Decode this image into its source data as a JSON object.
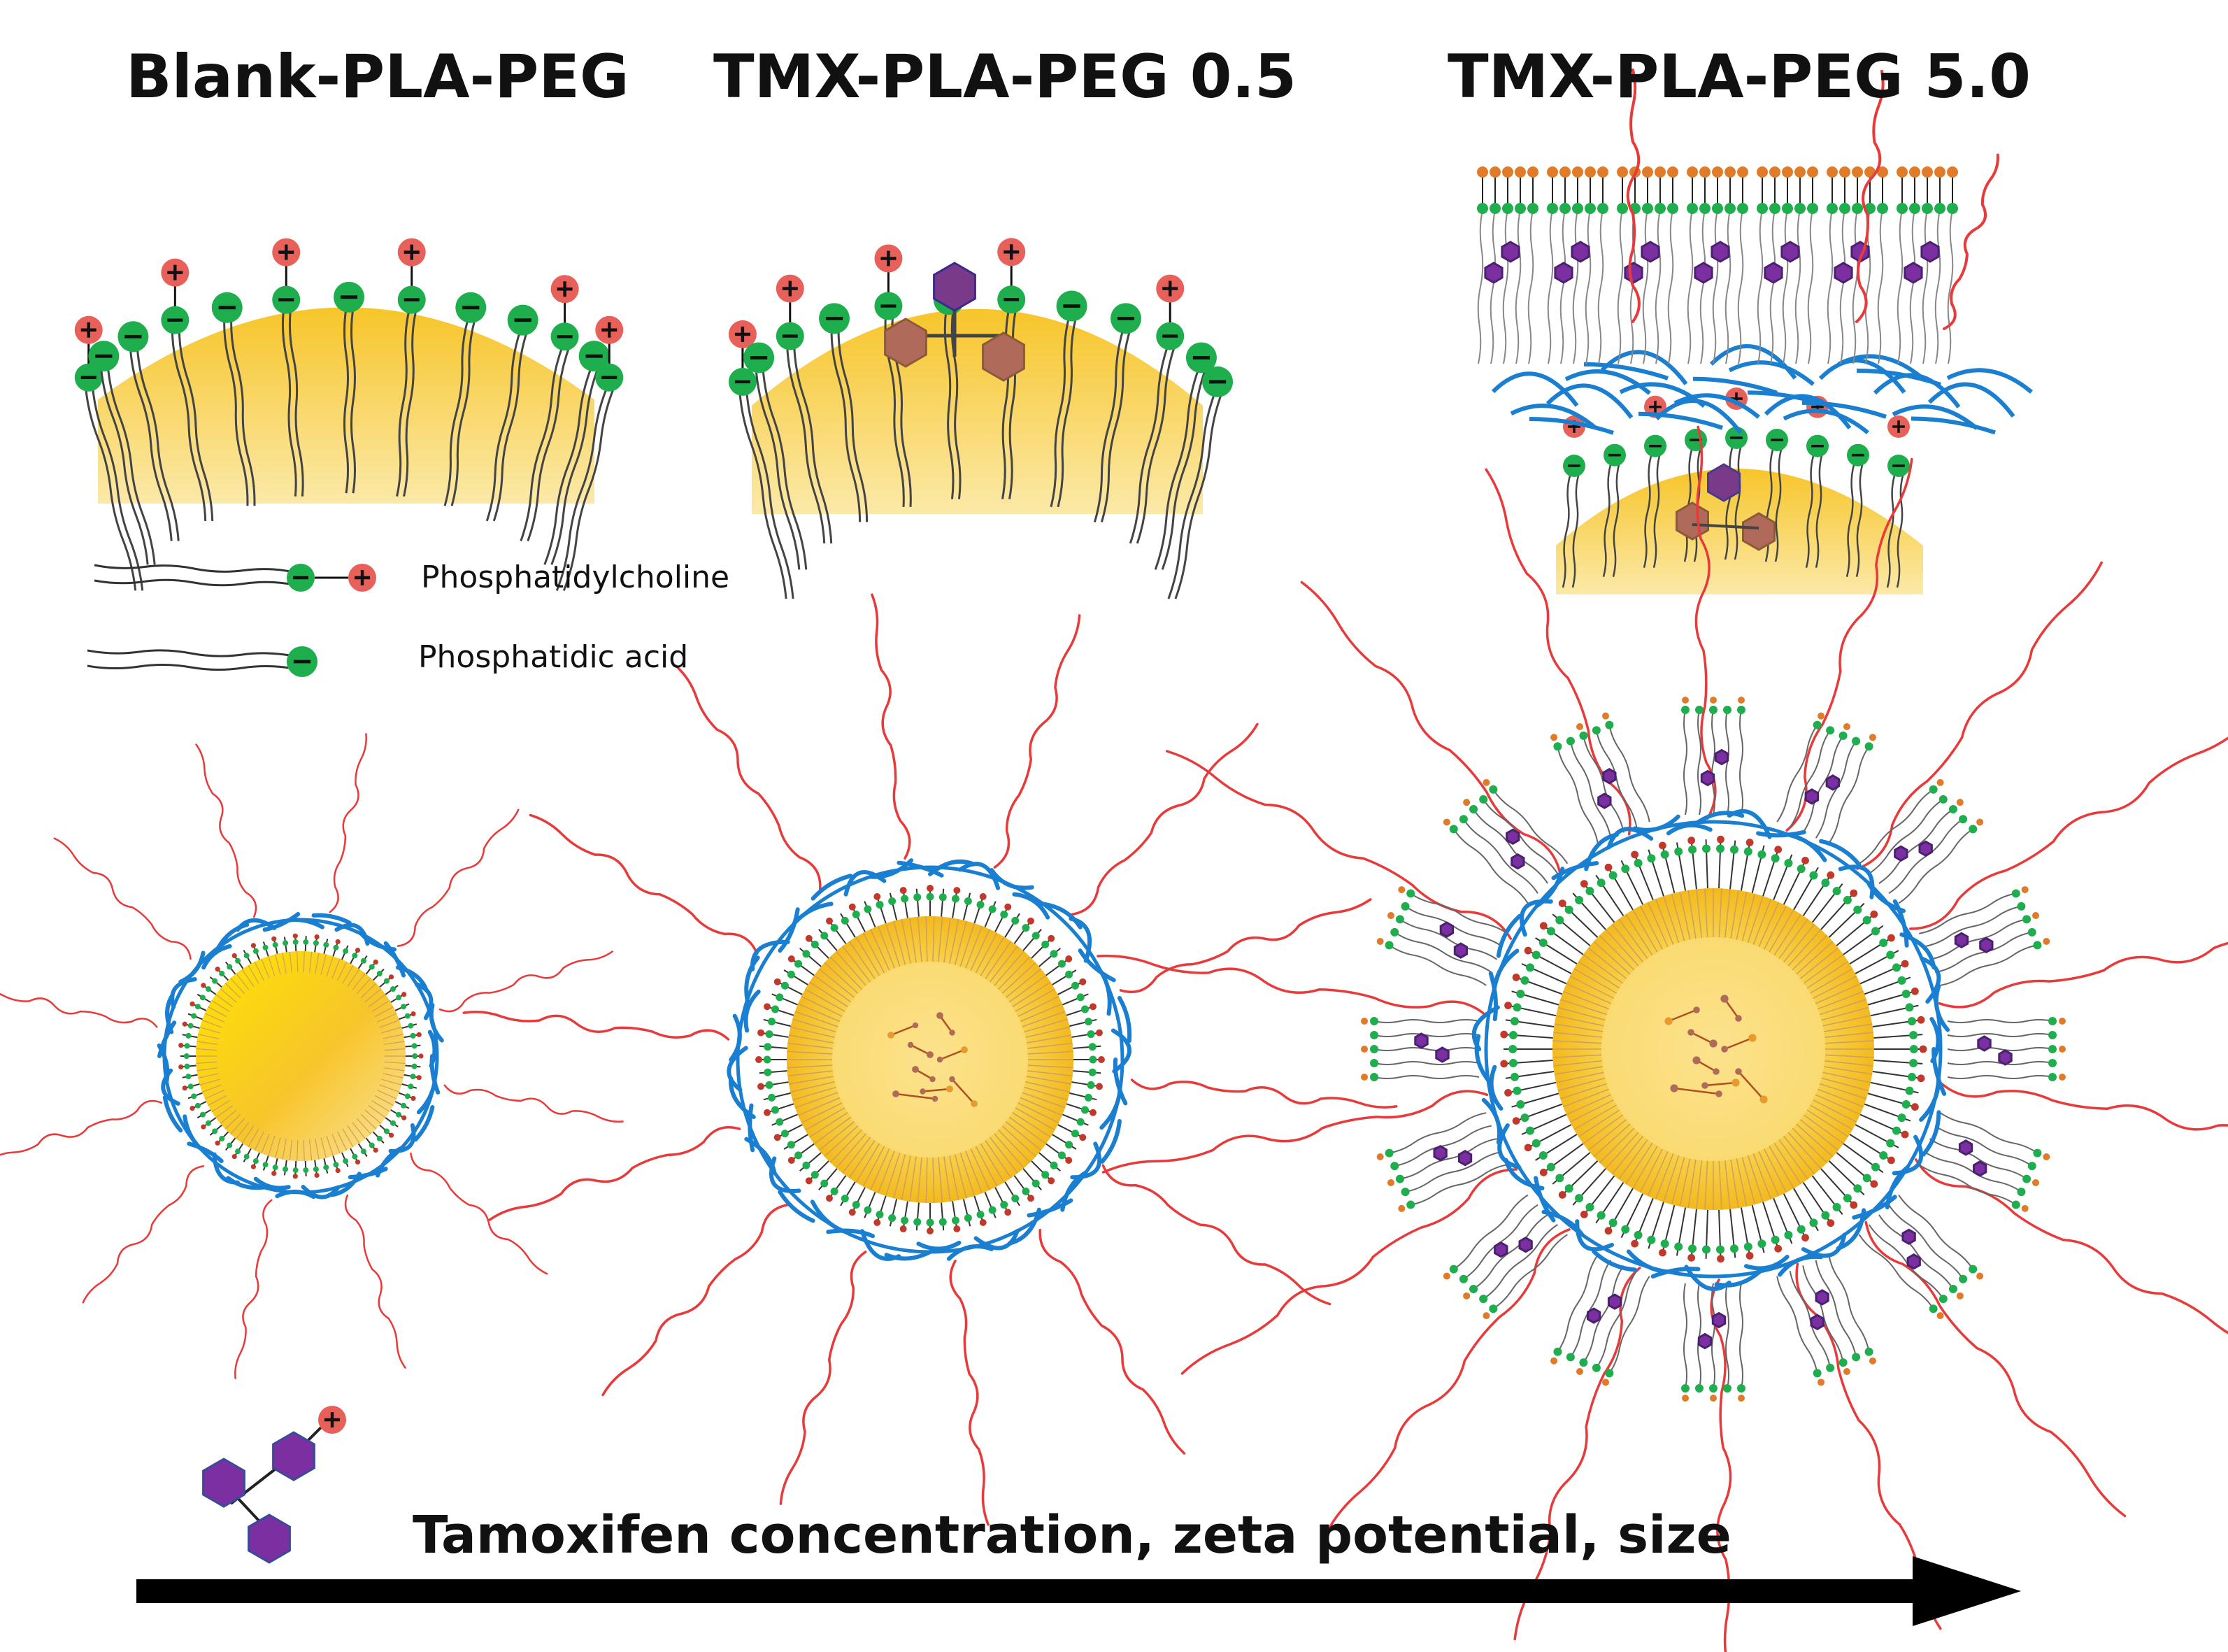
{
  "panels": [
    {
      "title": "Blank-PLA-PEG"
    },
    {
      "title": "TMX-PLA-PEG 0.5"
    },
    {
      "title": "TMX-PLA-PEG 5.0"
    }
  ],
  "legend": {
    "items": [
      {
        "label": "Phosphatidylcholine"
      },
      {
        "label": "Phosphatidic acid"
      }
    ]
  },
  "axis": {
    "label": "Tamoxifen concentration, zeta potential, size"
  },
  "colors": {
    "core": "#f7c93a",
    "positive_head": "#e8605a",
    "negative_head": "#1fae4d",
    "peg_chain": "#e83a3a",
    "polymer_shell": "#1a7fd0",
    "drug": "#7b2fa0",
    "lipid_tail": "#555555"
  },
  "icons": [
    "positive-charge-icon",
    "negative-charge-icon",
    "tamoxifen-molecule-icon",
    "arrow-right-icon"
  ]
}
